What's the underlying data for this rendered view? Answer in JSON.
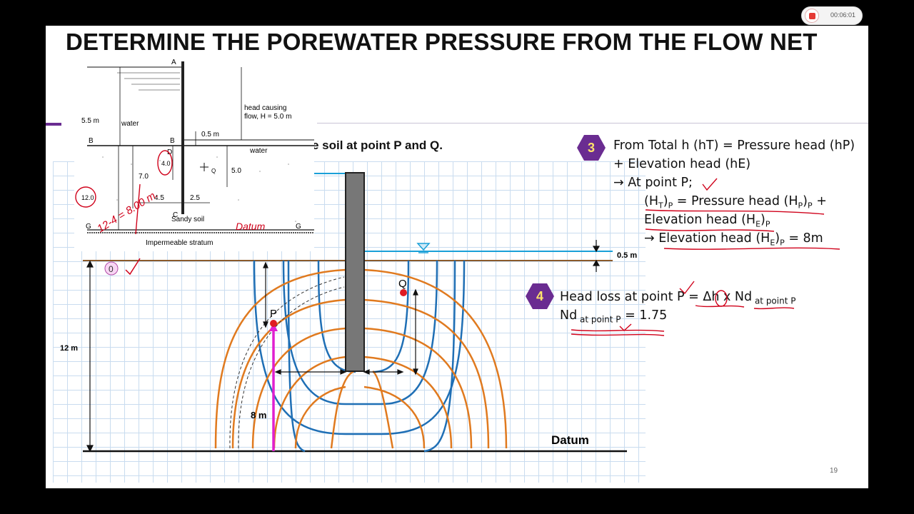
{
  "recorder": {
    "time": "00:06:01"
  },
  "slide": {
    "title": "DETERMINE THE POREWATER PRESSURE FROM THE FLOW NET",
    "subtitle": "e soil at point P and Q.",
    "page_number": "19"
  },
  "inset": {
    "A": "A",
    "B": "B",
    "B2": "B",
    "C": "C",
    "D": "D",
    "G": "G",
    "G2": "G",
    "Q": "Q",
    "head_label_1": "head causing",
    "head_label_2": "flow, H = 5.0 m",
    "dim_55": "5.5 m",
    "water_left": "water",
    "water_right": "water",
    "dim_05": "0.5 m",
    "dim_70": "7.0",
    "dim_50": "5.0",
    "dim_40": "4.0",
    "dim_120": "12.0",
    "dim_45": "4.5",
    "dim_25": "2.5",
    "sandy": "Sandy soil",
    "impermeable": "Impermeable stratum",
    "hw_eq": "12-4 = 8.00 m.",
    "hw_datum": "Datum"
  },
  "flownet": {
    "label_05": "0.5 m",
    "label_12": "12 m",
    "label_8": "8 m",
    "label_P": "P",
    "label_Q": "Q",
    "label_datum": "Datum",
    "circle_0": "0"
  },
  "step3": {
    "badge": "3",
    "line1": "From Total h (hT) = Pressure head (hP)",
    "line2": "+ Elevation head (hE)",
    "line3": "→ At point P;",
    "line4_a": "(H",
    "line4_sub1": "T",
    "line4_b": ")",
    "line4_sub2": "P",
    "line4_c": " = Pressure head (H",
    "line4_sub3": "P",
    "line4_d": ")",
    "line4_sub4": "P",
    "line4_e": " +",
    "line5_a": "Elevation head (H",
    "line5_sub1": "E",
    "line5_b": ")",
    "line5_sub2": "P",
    "line6_a": "→ Elevation head (H",
    "line6_sub1": "E",
    "line6_b": ")",
    "line6_sub2": "P",
    "line6_c": "  = 8m"
  },
  "step4": {
    "badge": "4",
    "line1_a": "Head loss at point P = Δh x Nd",
    "line1_sub": " at point P",
    "line2_a": "Nd",
    "line2_sub": " at point P",
    "line2_b": " = 1.75"
  },
  "colors": {
    "accent": "#6a2c91",
    "badge_text": "#ffe36b",
    "equipotential": "#e07a1f",
    "flowline": "#1f6fb5",
    "water": "#1aa0d8",
    "ink": "#d0021b",
    "arrow": "#e020d0"
  }
}
